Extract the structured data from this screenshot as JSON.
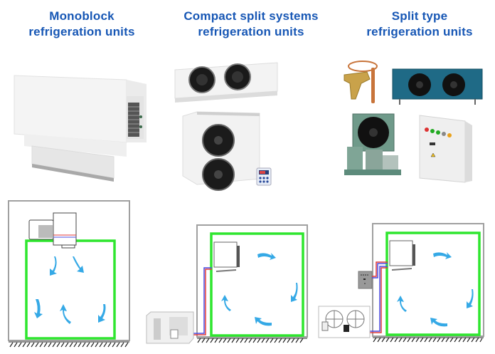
{
  "columns": [
    {
      "id": "monoblock",
      "title_line1": "Monoblock",
      "title_line2": "refrigeration units"
    },
    {
      "id": "compact-split",
      "title_line1": "Compact split systems",
      "title_line2": "refrigeration units"
    },
    {
      "id": "split-type",
      "title_line1": "Split type",
      "title_line2": "refrigeration units"
    }
  ],
  "colors": {
    "title": "#1757b5",
    "room_outline": "#2ee62e",
    "wall": "#a0a0a0",
    "airflow_arrow": "#35a9e6",
    "pipe_hot": "#e03a3a",
    "pipe_cold": "#4a4ae0"
  }
}
